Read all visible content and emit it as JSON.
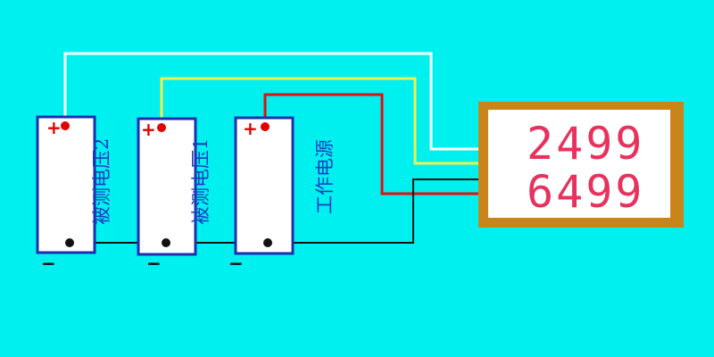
{
  "colors": {
    "background": "#00F0F0",
    "battery_border": "#1a2fb0",
    "wire_white": "#ffffff",
    "wire_yellow": "#f2f24a",
    "wire_red": "#e01010",
    "wire_black": "#111111",
    "meter_frame": "#c8861a",
    "meter_face": "#ffffff",
    "digits": "#e8315c"
  },
  "batteries": [
    {
      "plus": "+",
      "minus": "−",
      "label": "被测电压2"
    },
    {
      "plus": "+",
      "minus": "−",
      "label": "被测电压1"
    },
    {
      "plus": "+",
      "minus": "−",
      "label": "工作电源"
    }
  ],
  "meter": {
    "display_top": "2499",
    "display_bottom": "6499"
  }
}
